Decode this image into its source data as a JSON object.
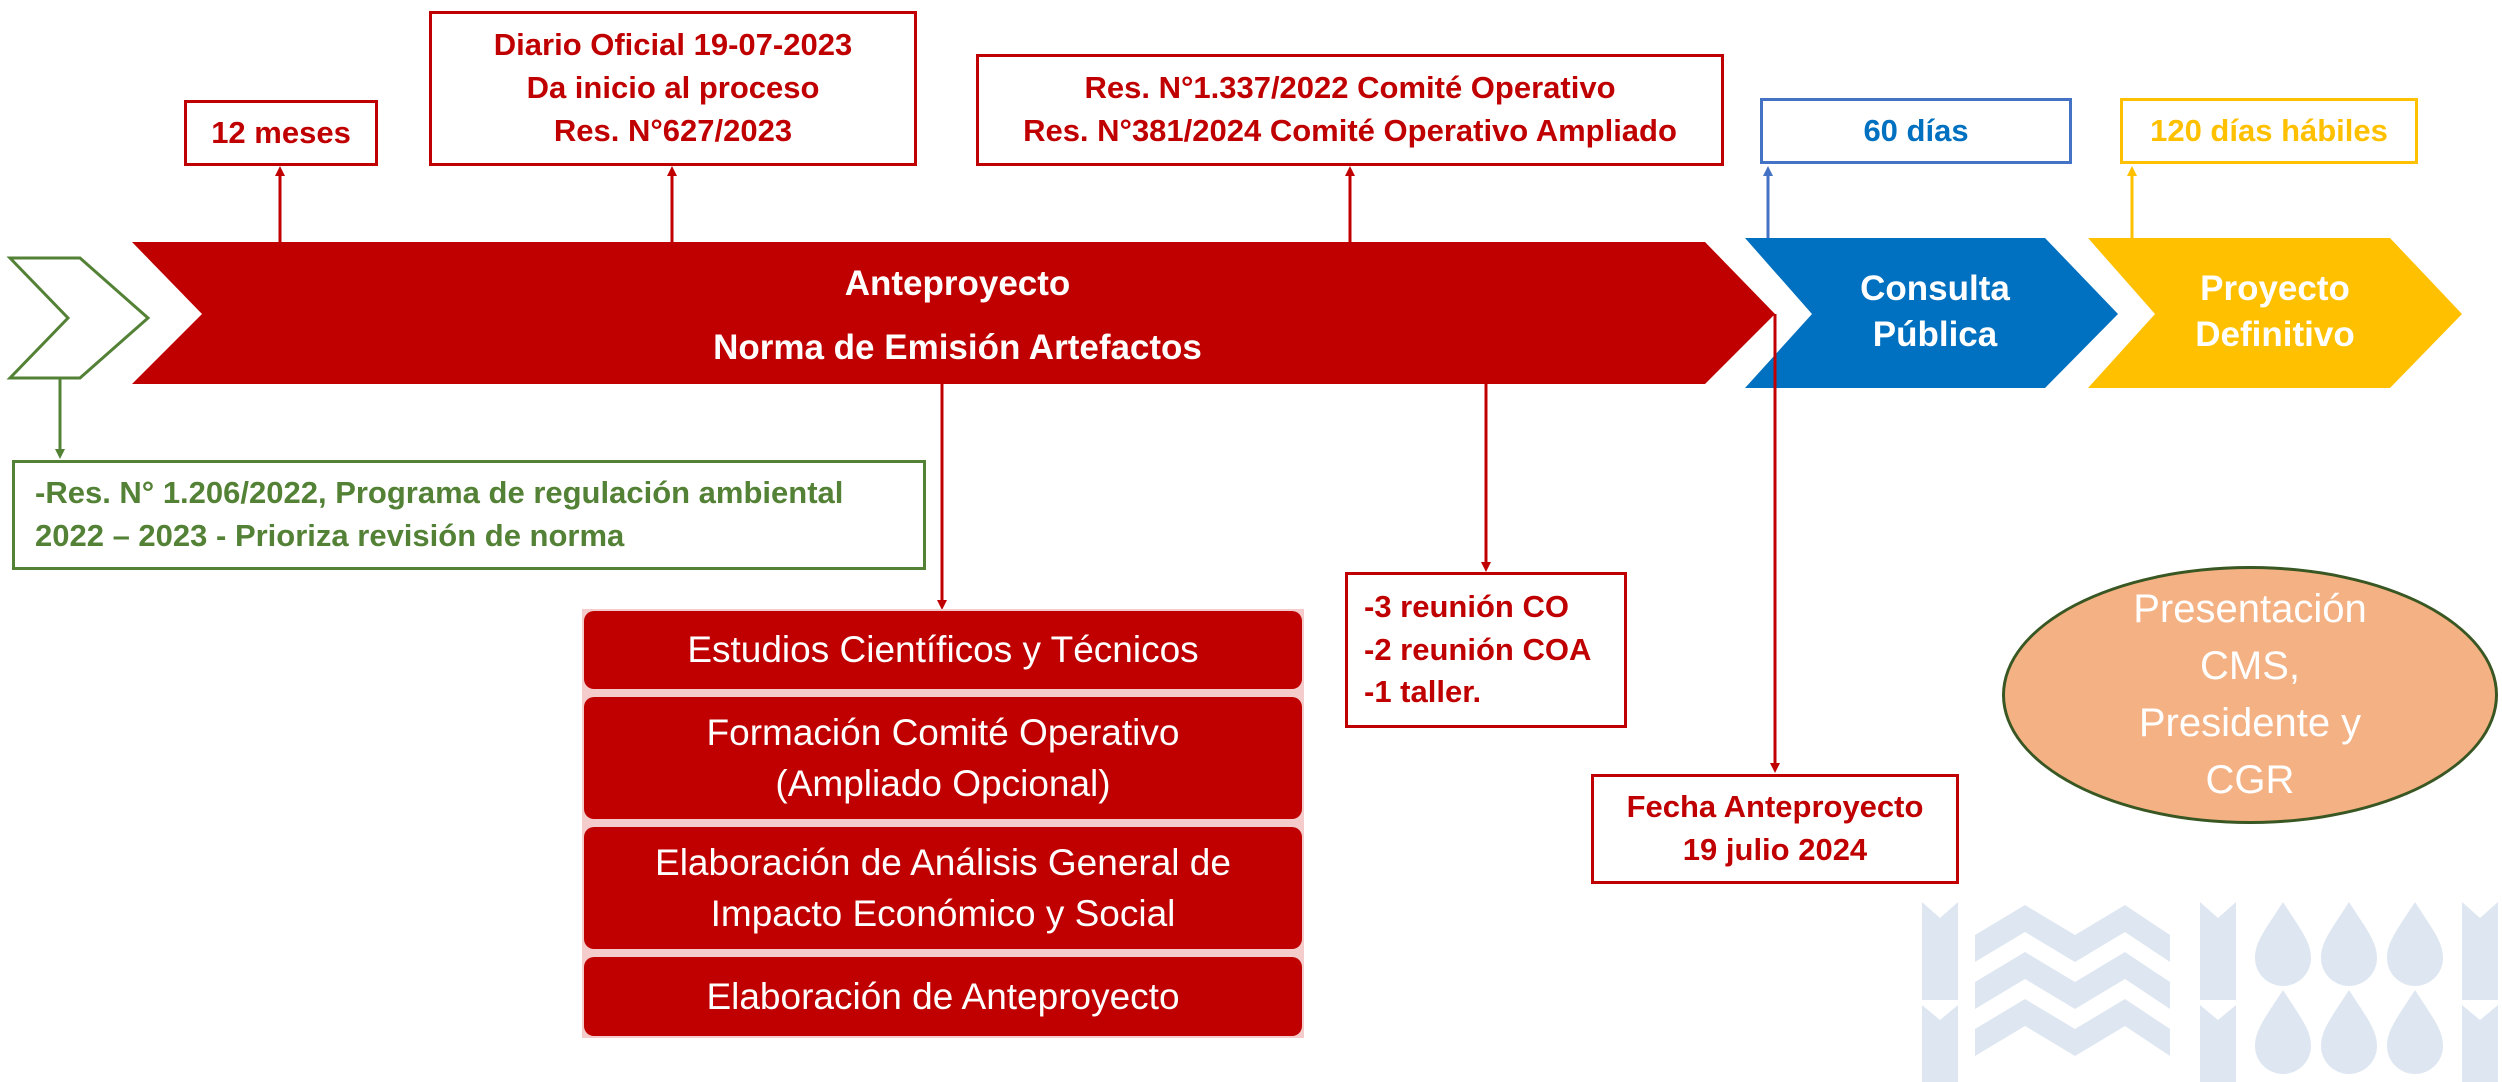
{
  "colors": {
    "red": "#C00000",
    "blue": "#0070C0",
    "yellow": "#FFC000",
    "green": "#538135",
    "orange": "#F4B183",
    "logo": "#DEE7F1"
  },
  "timeline": {
    "main_arrow": [
      "Anteproyecto",
      "Norma de Emisión Artefactos"
    ],
    "consulta": [
      "Consulta",
      "Pública"
    ],
    "proyecto": [
      "Proyecto",
      "Definitivo"
    ]
  },
  "top_boxes": {
    "meses": "12 meses",
    "diario": [
      "Diario Oficial 19-07-2023",
      "Da inicio al proceso",
      "Res. N°627/2023"
    ],
    "res_comite": [
      "Res. N°1.337/2022 Comité Operativo",
      "Res. N°381/2024 Comité Operativo Ampliado"
    ],
    "dias60": "60 días",
    "dias120": "120 días hábiles"
  },
  "program_box": [
    "-Res. N° 1.206/2022, Programa de regulación ambiental",
    "2022 – 2023 - Prioriza revisión de norma"
  ],
  "steps": [
    [
      "Estudios Científicos y Técnicos"
    ],
    [
      "Formación Comité Operativo",
      "(Ampliado Opcional)"
    ],
    [
      "Elaboración de Análisis General de",
      "Impacto Económico y Social"
    ],
    [
      "Elaboración de Anteproyecto"
    ]
  ],
  "meetings": [
    "-3 reunión CO",
    "-2 reunión COA",
    "-1 taller."
  ],
  "fecha": [
    "Fecha Anteproyecto",
    "19 julio 2024"
  ],
  "presentacion": [
    "Presentación",
    "CMS,",
    "Presidente y",
    "CGR"
  ]
}
